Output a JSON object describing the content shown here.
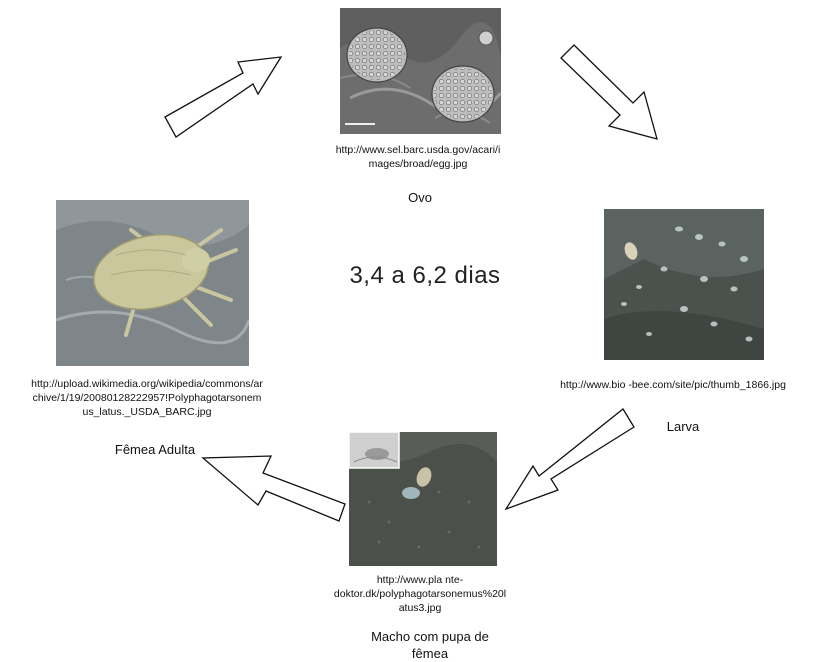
{
  "center_label": "3,4 a 6,2 dias",
  "stages": {
    "egg": {
      "url": "http://www.sel.barc.usda.gov/acari/i\nmages/broad/egg.jpg",
      "label": "Ovo"
    },
    "larva": {
      "url": "http://www.bio -bee.com/site/pic/thumb_1866.jpg",
      "label": "Larva"
    },
    "male": {
      "url": "http://www.pla nte-\ndoktor.dk/polyphagotarsonemus%20l\natus3.jpg",
      "label": "Macho com pupa de\nfêmea"
    },
    "female": {
      "url": "http://upload.wikimedia.org/wikipedia/commons/ar\nchive/1/19/20080128222957!Polyphagotarsonem\nus_latus._USDA_BARC.jpg",
      "label": "Fêmea Adulta"
    }
  }
}
